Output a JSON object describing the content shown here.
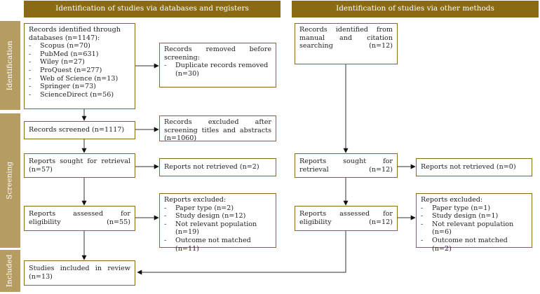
{
  "headers": {
    "databases": "Identification of studies via databases and registers",
    "other": "Identification of studies via other methods"
  },
  "phases": {
    "identification": "Identification",
    "screening": "Screening",
    "included": "Included"
  },
  "db": {
    "identified": {
      "title": "Records identified through databases (n=1147):",
      "items": [
        "Scopus (n=70)",
        "PubMed (n=631)",
        "Wiley (n=27)",
        "ProQuest (n=277)",
        "Web of Science (n=13)",
        "Springer (n=73)",
        "ScienceDirect (n=56)"
      ]
    },
    "removed": {
      "title": "Records removed before screening:",
      "items": [
        "Duplicate records removed (n=30)"
      ]
    },
    "screened": "Records screened (n=1117)",
    "excluded_screening": "Records excluded after screening titles and abstracts (n=1060)",
    "sought": "Reports sought for retrieval (n=57)",
    "not_retrieved": "Reports not retrieved (n=2)",
    "assessed": "Reports assessed for eligibility (n=55)",
    "excluded": {
      "title": "Reports excluded:",
      "items": [
        "Paper type (n=2)",
        "Study design (n=12)",
        "Not relevant population (n=19)",
        "Outcome not matched (n=11)"
      ]
    },
    "included": "Studies included in review (n=13)"
  },
  "other": {
    "identified": "Records identified from manual and citation searching (n=12)",
    "sought": "Reports sought for retrieval (n=12)",
    "not_retrieved": "Reports not retrieved (n=0)",
    "assessed": "Reports assessed for eligibility (n=12)",
    "excluded": {
      "title": "Reports excluded:",
      "items": [
        "Paper type (n=1)",
        "Study design (n=1)",
        "Not relevant population (n=6)",
        "Outcome not matched (n=2)"
      ]
    }
  }
}
